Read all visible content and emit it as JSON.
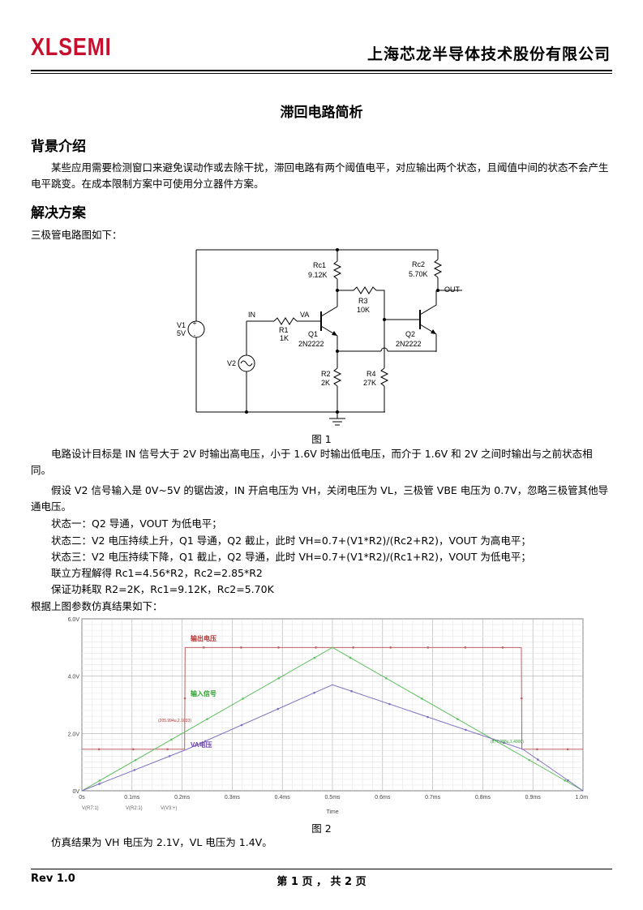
{
  "header": {
    "logo": "XLSEMI",
    "company": "上海芯龙半导体技术股份有限公司"
  },
  "doc": {
    "title": "滞回电路简析",
    "section1": "背景介绍",
    "para1": "某些应用需要检测窗口来避免误动作或去除干扰，滞回电路有两个阈值电平，对应输出两个状态，且阈值中间的状态不会产生电平跳变。在成本限制方案中可使用分立器件方案。",
    "section2": "解决方案",
    "intro": "三极管电路图如下：",
    "fig1_caption": "图 1",
    "para2": "电路设计目标是 IN 信号大于 2V 时输出高电压，小于 1.6V 时输出低电压，而介于 1.6V 和 2V 之间时输出与之前状态相同。",
    "para3": "假设 V2 信号输入是 0V~5V 的锯齿波，IN 开启电压为 VH，关闭电压为 VL，三极管 VBE 电压为 0.7V，忽略三极管其他导通电压。",
    "state1": "状态一：Q2 导通，VOUT 为低电平；",
    "state2": "状态二：V2 电压持续上升，Q1 导通，Q2 截止，此时 VH=0.7+(V1*R2)/(Rc2+R2)，VOUT 为高电平；",
    "state3": "状态三：V2 电压持续下降，Q1 截止，Q2 导通，此时 VH=0.7+(V1*R2)/(Rc1+R2)，VOUT 为低电平；",
    "solve": "联立方程解得 Rc1=4.56*R2，Rc2=2.85*R2",
    "choose": "保证功耗取 R2=2K，Rc1=9.12K，Rc2=5.70K",
    "sim_intro": "根据上图参数仿真结果如下：",
    "fig2_caption": "图 2",
    "result": "仿真结果为 VH 电压为 2.1V，VL 电压为 1.4V。"
  },
  "circuit": {
    "V1": "V1",
    "V1_val": "5V",
    "V2": "V2",
    "IN": "IN",
    "VA": "VA",
    "R1": "R1",
    "R1_val": "1K",
    "Rc1": "Rc1",
    "Rc1_val": "9.12K",
    "Rc2": "Rc2",
    "Rc2_val": "5.70K",
    "R3": "R3",
    "R3_val": "10K",
    "R2": "R2",
    "R2_val": "2K",
    "R4": "R4",
    "R4_val": "27K",
    "Q1": "Q1",
    "Q1_type": "2N2222",
    "Q2": "Q2",
    "Q2_type": "2N2222",
    "OUT": "OUT"
  },
  "chart_data": {
    "type": "line",
    "x_ticks": [
      "0s",
      "0.1ms",
      "0.2ms",
      "0.3ms",
      "0.4ms",
      "0.5ms",
      "0.6ms",
      "0.7ms",
      "0.8ms",
      "0.9ms",
      "1.0ms"
    ],
    "y_ticks": [
      "0V",
      "2.0V",
      "4.0V",
      "6.0V"
    ],
    "xlabel": "Time",
    "xlim": [
      0,
      1.0
    ],
    "ylim": [
      0,
      6.0
    ],
    "grid": true,
    "annotations": [
      {
        "text": "输出电压",
        "color": "#b03030"
      },
      {
        "text": "输入信号",
        "color": "#30a030"
      },
      {
        "text": "VA电压",
        "color": "#6a3fb0"
      },
      {
        "text": "(205.994u,2.1033)",
        "color": "#b03030"
      },
      {
        "text": "(877.088u,1.4000)",
        "color": "#30a030"
      }
    ],
    "legend": [
      "V(R7:1)",
      "V(R2:1)",
      "V(V3:+)"
    ],
    "series": [
      {
        "name": "输出电压",
        "color": "#c06060",
        "x": [
          0,
          0.205,
          0.206,
          0.877,
          0.878,
          1.0
        ],
        "y": [
          1.45,
          1.45,
          5.0,
          5.0,
          1.45,
          1.45
        ]
      },
      {
        "name": "输入信号",
        "color": "#60c060",
        "x": [
          0,
          0.5,
          1.0
        ],
        "y": [
          0,
          5.0,
          0
        ]
      },
      {
        "name": "VA电压",
        "color": "#8070c0",
        "x": [
          0,
          0.21,
          0.5,
          0.88,
          1.0
        ],
        "y": [
          0,
          1.45,
          3.7,
          1.45,
          0
        ]
      }
    ]
  }
}
